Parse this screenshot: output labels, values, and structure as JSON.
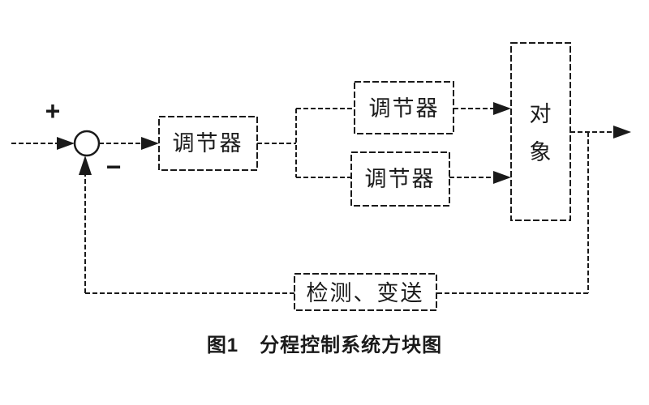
{
  "colors": {
    "ink": "#1a1a1a",
    "background": "#ffffff"
  },
  "diagram": {
    "summing_junction": {
      "plus": "+",
      "minus": "−"
    },
    "blocks": {
      "controller_main": {
        "label": "调节器"
      },
      "controller_top": {
        "label": "调节器"
      },
      "controller_bottom": {
        "label": "调节器"
      },
      "plant": {
        "label": "对象"
      },
      "feedback": {
        "label": "检测、变送"
      }
    }
  },
  "caption": {
    "figure_label": "图1",
    "title": "分程控制系统方块图"
  }
}
